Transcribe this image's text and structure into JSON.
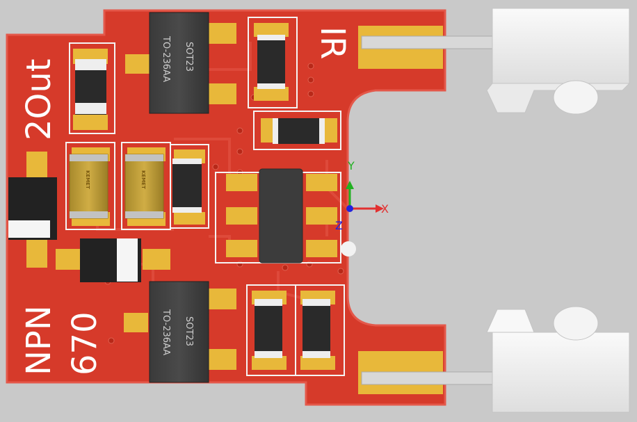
{
  "labels": {
    "top_left": "2Out",
    "top_right": "IR",
    "bottom_left_1": "NPN",
    "bottom_left_2": "670"
  },
  "packages": {
    "top": {
      "line1": "SOT23",
      "line2": "TO-236AA"
    },
    "bottom": {
      "line1": "SOT23",
      "line2": "TO-236AA"
    }
  },
  "capacitors": {
    "brand": "KEMET"
  },
  "axes": {
    "x": "X",
    "y": "Y",
    "z": "Z"
  },
  "colors": {
    "background": "#c9c9c9",
    "board": "#d63a2a",
    "board_edge": "#e4584a",
    "pad": "#e8b83a",
    "silkscreen": "#ffffff",
    "component": "#2a2a2a",
    "axis_x": "#e23030",
    "axis_y": "#22b022",
    "axis_z": "#2222dd"
  }
}
